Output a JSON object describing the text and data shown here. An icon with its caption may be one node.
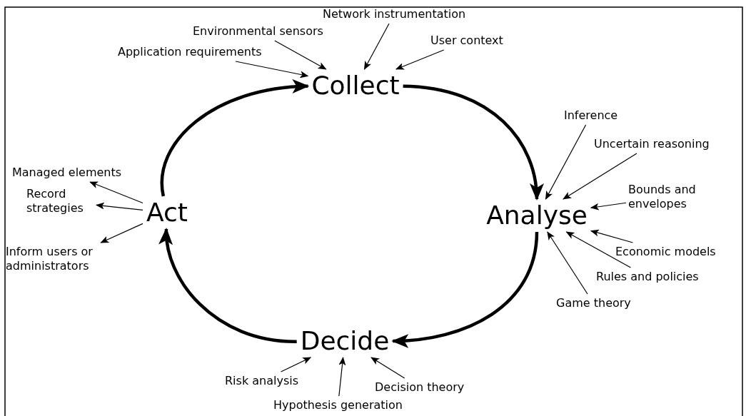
{
  "diagram": {
    "nodes": [
      {
        "text": [
          "Network instrumentation"
        ]
      },
      {
        "text": [
          "Environmental sensors"
        ]
      },
      {
        "text": [
          "User context"
        ]
      },
      {
        "text": [
          "Application requirements"
        ]
      },
      {
        "text": [
          "Collect"
        ]
      },
      {
        "text": [
          "Inference"
        ]
      },
      {
        "text": [
          "Uncertain reasoning"
        ]
      },
      {
        "text": [
          "Managed elements"
        ]
      },
      {
        "text": [
          "Bounds and envelopes"
        ]
      },
      {
        "text": [
          "Record strategies"
        ]
      },
      {
        "text": [
          "Act"
        ]
      },
      {
        "text": [
          "Analyse"
        ]
      },
      {
        "text": [
          "Economic models"
        ]
      },
      {
        "text": [
          "Inform users or administrators"
        ]
      },
      {
        "text": [
          "Rules and policies"
        ]
      },
      {
        "text": [
          "Game theory"
        ]
      },
      {
        "text": [
          "Decide"
        ]
      },
      {
        "text": [
          "Risk analysis"
        ]
      },
      {
        "text": [
          "Decision theory"
        ]
      },
      {
        "text": [
          "Hypothesis generation"
        ]
      }
    ],
    "edges": [
      {
        "from": 10,
        "to": 4,
        "arrow": "to",
        "style": "thick"
      },
      {
        "from": 4,
        "to": 11,
        "arrow": "to",
        "style": "thick"
      },
      {
        "from": 11,
        "to": 16,
        "arrow": "to",
        "style": "thick"
      },
      {
        "from": 16,
        "to": 10,
        "arrow": "to",
        "style": "thick"
      },
      {
        "from": 3,
        "to": 4,
        "arrow": "to"
      },
      {
        "from": 1,
        "to": 4,
        "arrow": "to"
      },
      {
        "from": 0,
        "to": 4,
        "arrow": "to"
      },
      {
        "from": 2,
        "to": 4,
        "arrow": "to"
      },
      {
        "from": 5,
        "to": 11,
        "arrow": "to"
      },
      {
        "from": 6,
        "to": 11,
        "arrow": "to"
      },
      {
        "from": 8,
        "to": 11,
        "arrow": "to"
      },
      {
        "from": 12,
        "to": 11,
        "arrow": "to"
      },
      {
        "from": 14,
        "to": 11,
        "arrow": "to"
      },
      {
        "from": 15,
        "to": 11,
        "arrow": "to"
      },
      {
        "from": 17,
        "to": 16,
        "arrow": "to"
      },
      {
        "from": 19,
        "to": 16,
        "arrow": "to"
      },
      {
        "from": 18,
        "to": 16,
        "arrow": "to"
      },
      {
        "from": 10,
        "to": 7,
        "arrow": "to"
      },
      {
        "from": 10,
        "to": 9,
        "arrow": "to"
      },
      {
        "from": 10,
        "to": 13,
        "arrow": "to"
      }
    ]
  }
}
